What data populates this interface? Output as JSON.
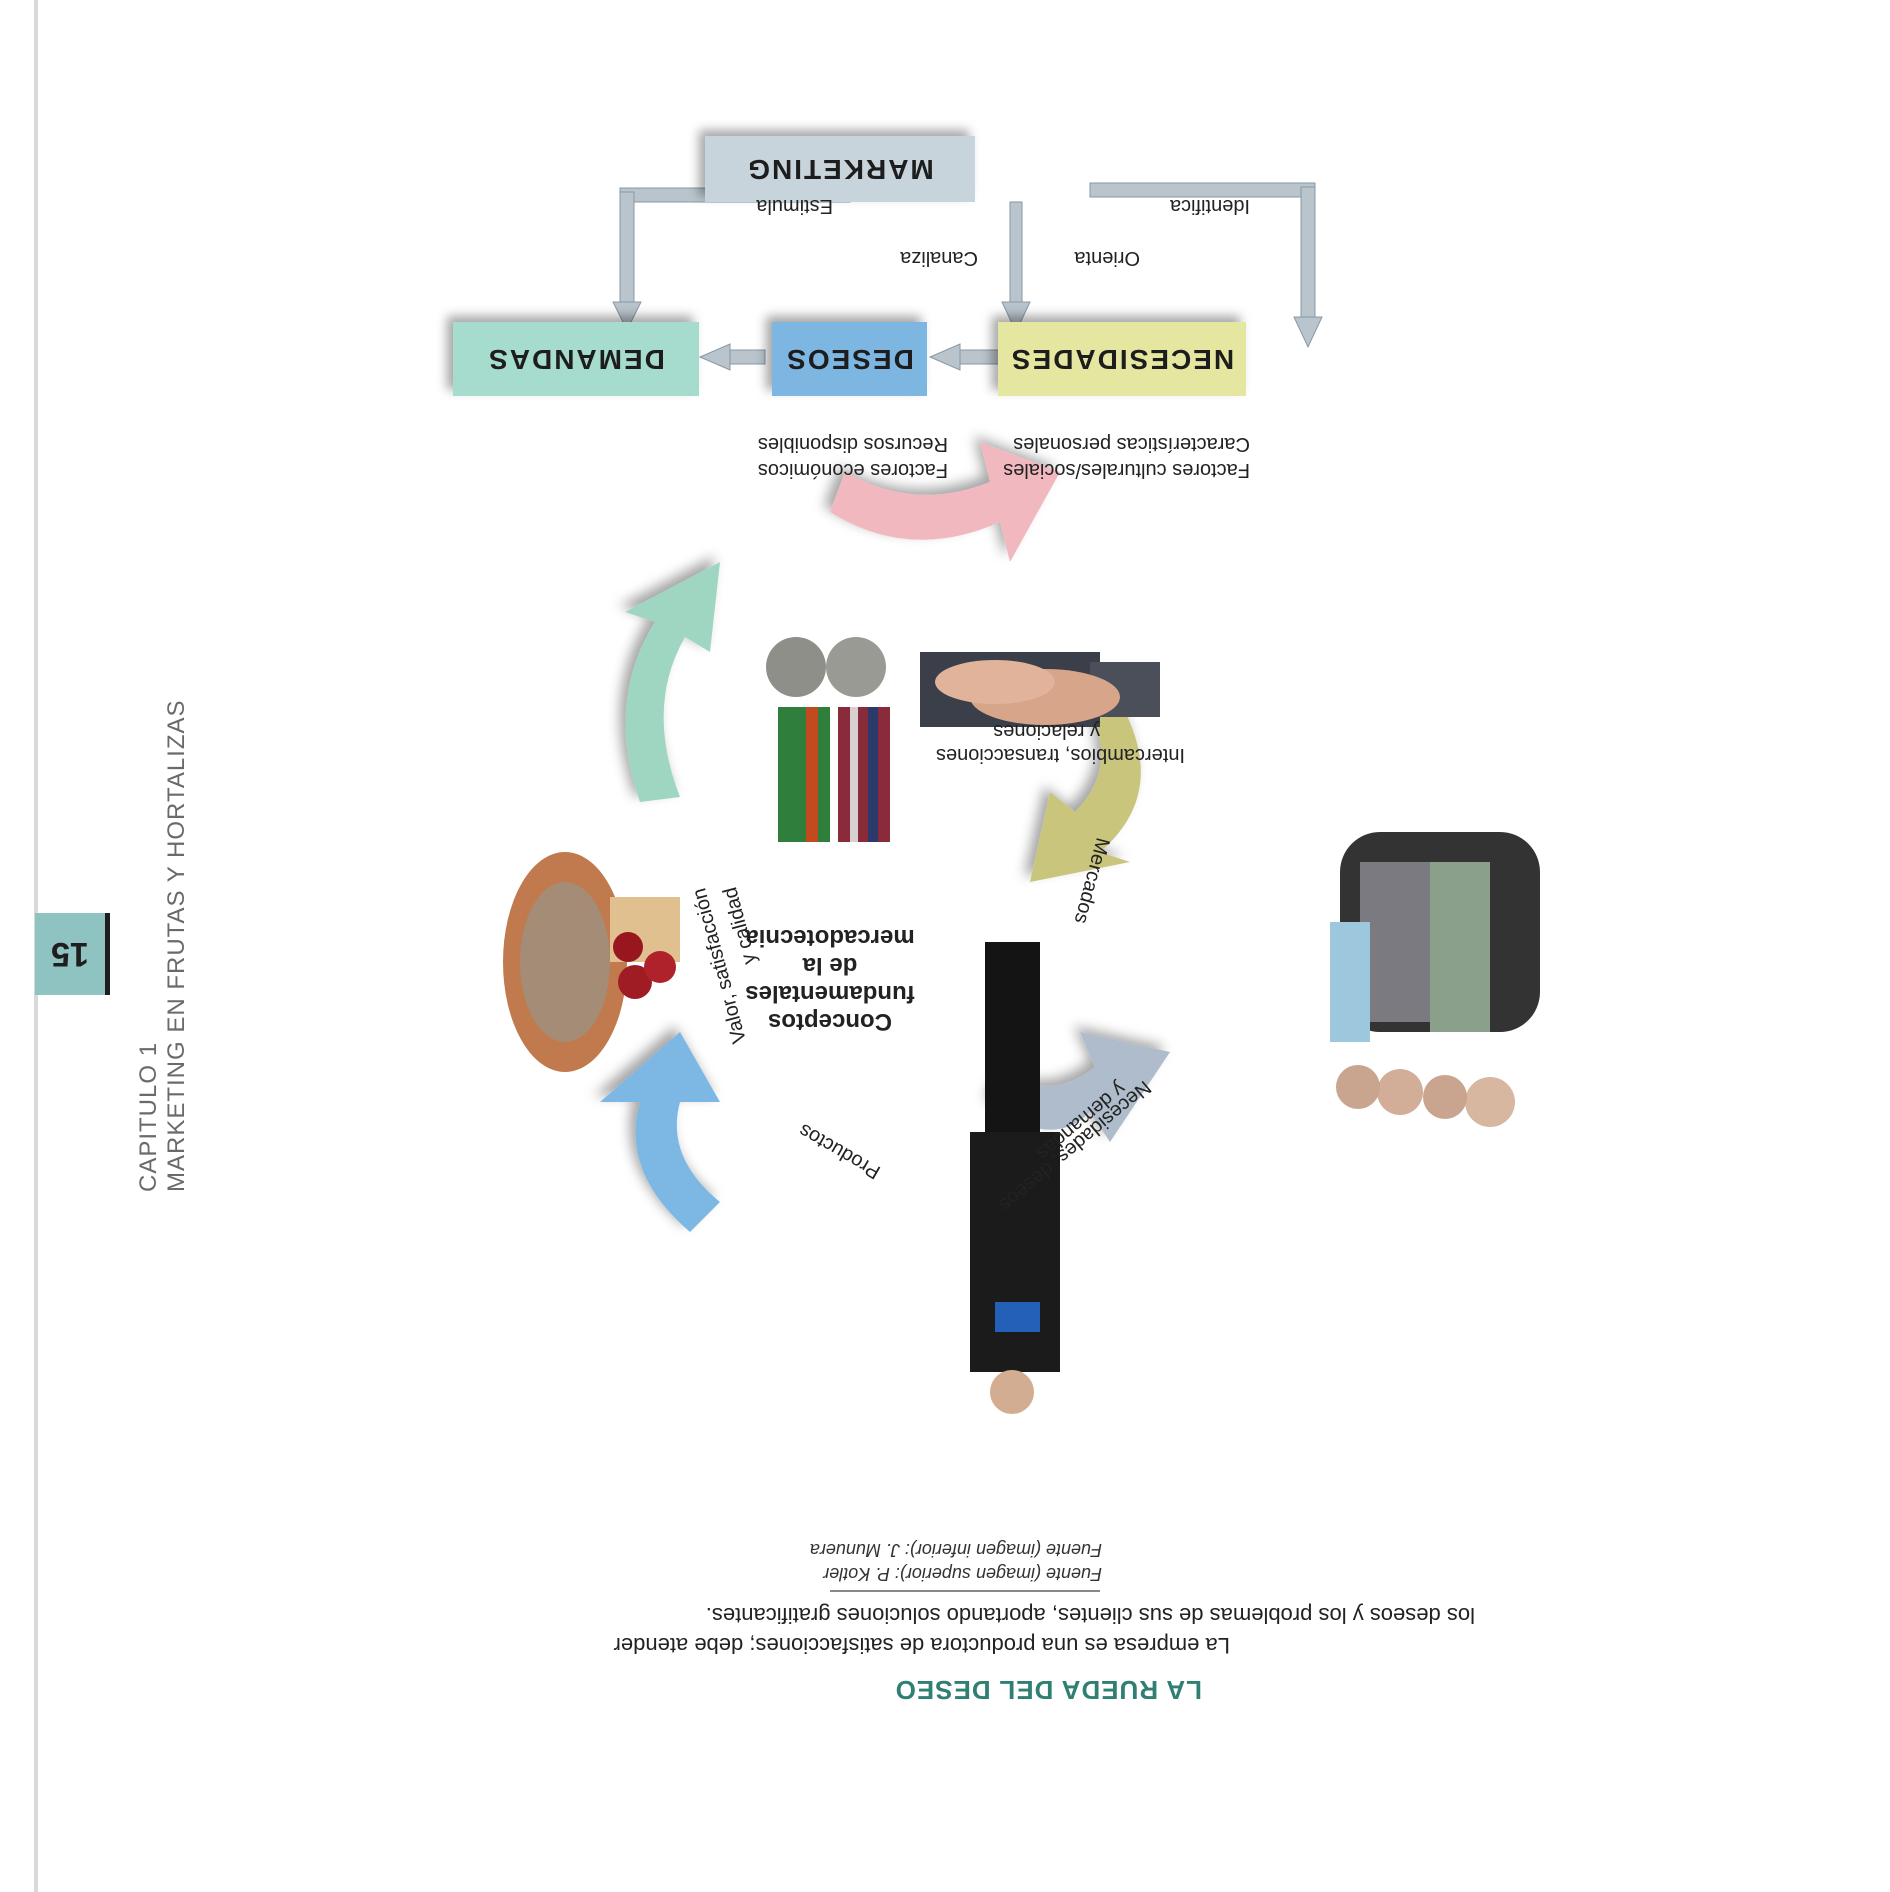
{
  "page_number": "15",
  "chapter": {
    "label": "CAPITULO 1",
    "title": "MARKETING EN FRUTAS Y HORTALIZAS"
  },
  "flow_diagram": {
    "top_box": "MARKETING",
    "boxes": {
      "necesidades": "NECESIDADES",
      "deseos": "DESEOS",
      "demandas": "DEMANDAS"
    },
    "arrow_labels": {
      "identifica": "Identifica",
      "orienta": "Orienta",
      "canaliza": "Canaliza",
      "estimula": "Estimula"
    },
    "notes": {
      "necesidades_line1": "Factores culturales/sociales",
      "necesidades_line2": "Características personales",
      "demandas_line1": "Factores económicos",
      "demandas_line2": "Recursos disponibles"
    },
    "colors": {
      "marketing": "#c8d4dc",
      "necesidades": "#e5e6a0",
      "deseos": "#7eb6e2",
      "demandas": "#a5dccd"
    }
  },
  "wheel": {
    "center_line1": "Conceptos",
    "center_line2": "fundamentales",
    "center_line3": "de la",
    "center_line4": "mercadotecnia",
    "labels": {
      "intercambios_line1": "Intercambios, transacciones",
      "intercambios_line2": "y relaciones",
      "mercados": "Mercados",
      "necesidades_line1": "Necesidades, deseos",
      "necesidades_line2": "y demandas",
      "productos": "Productos",
      "valor_line1": "Valor, satisfacción",
      "valor_line2": "y calidad"
    },
    "arrow_colors": [
      "#f2b8c0",
      "#c9c57c",
      "#aebccb",
      "#7db7e4",
      "#9fd6c2"
    ],
    "image_names": [
      "handshake",
      "group-of-people",
      "man-in-suit",
      "vase-and-fruit",
      "medals"
    ]
  },
  "caption": {
    "title": "LA RUEDA DEL DESEO",
    "line1": "La empresa es una productora de satisfacciones; debe atender",
    "line2": "los deseos y los problemas de sus clientes, aportando soluciones gratificantes.",
    "source1": "Fuente (imagen superior): P. Kotler",
    "source2": "Fuente (imagen inferior): J. Munuera"
  }
}
